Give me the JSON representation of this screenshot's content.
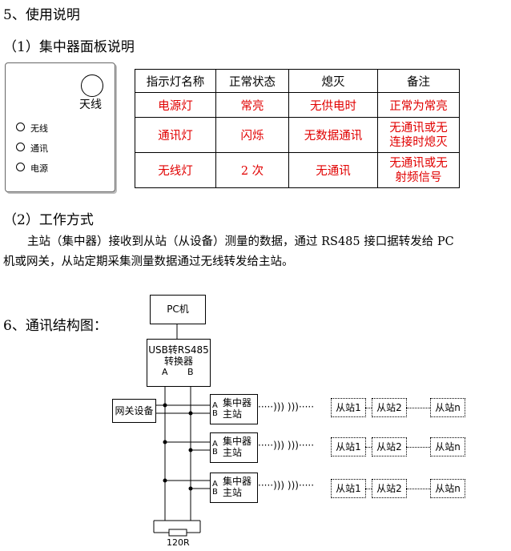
{
  "section5_title": "5、使用说明",
  "section5_1_title": "（1）集中器面板说明",
  "panel": {
    "antenna_label": "天线",
    "leds": [
      "无线",
      "通讯",
      "电源"
    ]
  },
  "table": {
    "headers": [
      "指示灯名称",
      "正常状态",
      "熄灭",
      "备注"
    ],
    "rows": [
      [
        "电源灯",
        "常亮",
        "无供电时",
        [
          "正常为常亮"
        ]
      ],
      [
        "通讯灯",
        "闪烁",
        "无数据通讯",
        [
          "无通讯或无",
          "连接时熄灭"
        ]
      ],
      [
        "无线灯",
        "2 次",
        "无通讯",
        [
          "无通讯或无",
          "射频信号"
        ]
      ]
    ]
  },
  "section5_2_title": "（2）工作方式",
  "paragraph_line1": "主站（集中器）接收到从站（从设备）测量的数据，通过 RS485 接口据转发给 PC",
  "paragraph_line2": "机或网关，从站定期采集测量数据通过无线转发给主站。",
  "section6_title": "6、通讯结构图：",
  "diagram": {
    "pc_label": "PC机",
    "converter_line1": "USB转RS485",
    "converter_line2": "转换器",
    "converter_a": "A",
    "converter_b": "B",
    "gateway_label": "网关设备",
    "master_line1": "集中器",
    "master_line2": "主站",
    "pin_a": "A",
    "pin_b": "B",
    "wave_symbol": "·····)))  )))·····",
    "slaves": [
      "从站1",
      "从站2",
      "从站n"
    ],
    "resistor_label": "120R"
  }
}
